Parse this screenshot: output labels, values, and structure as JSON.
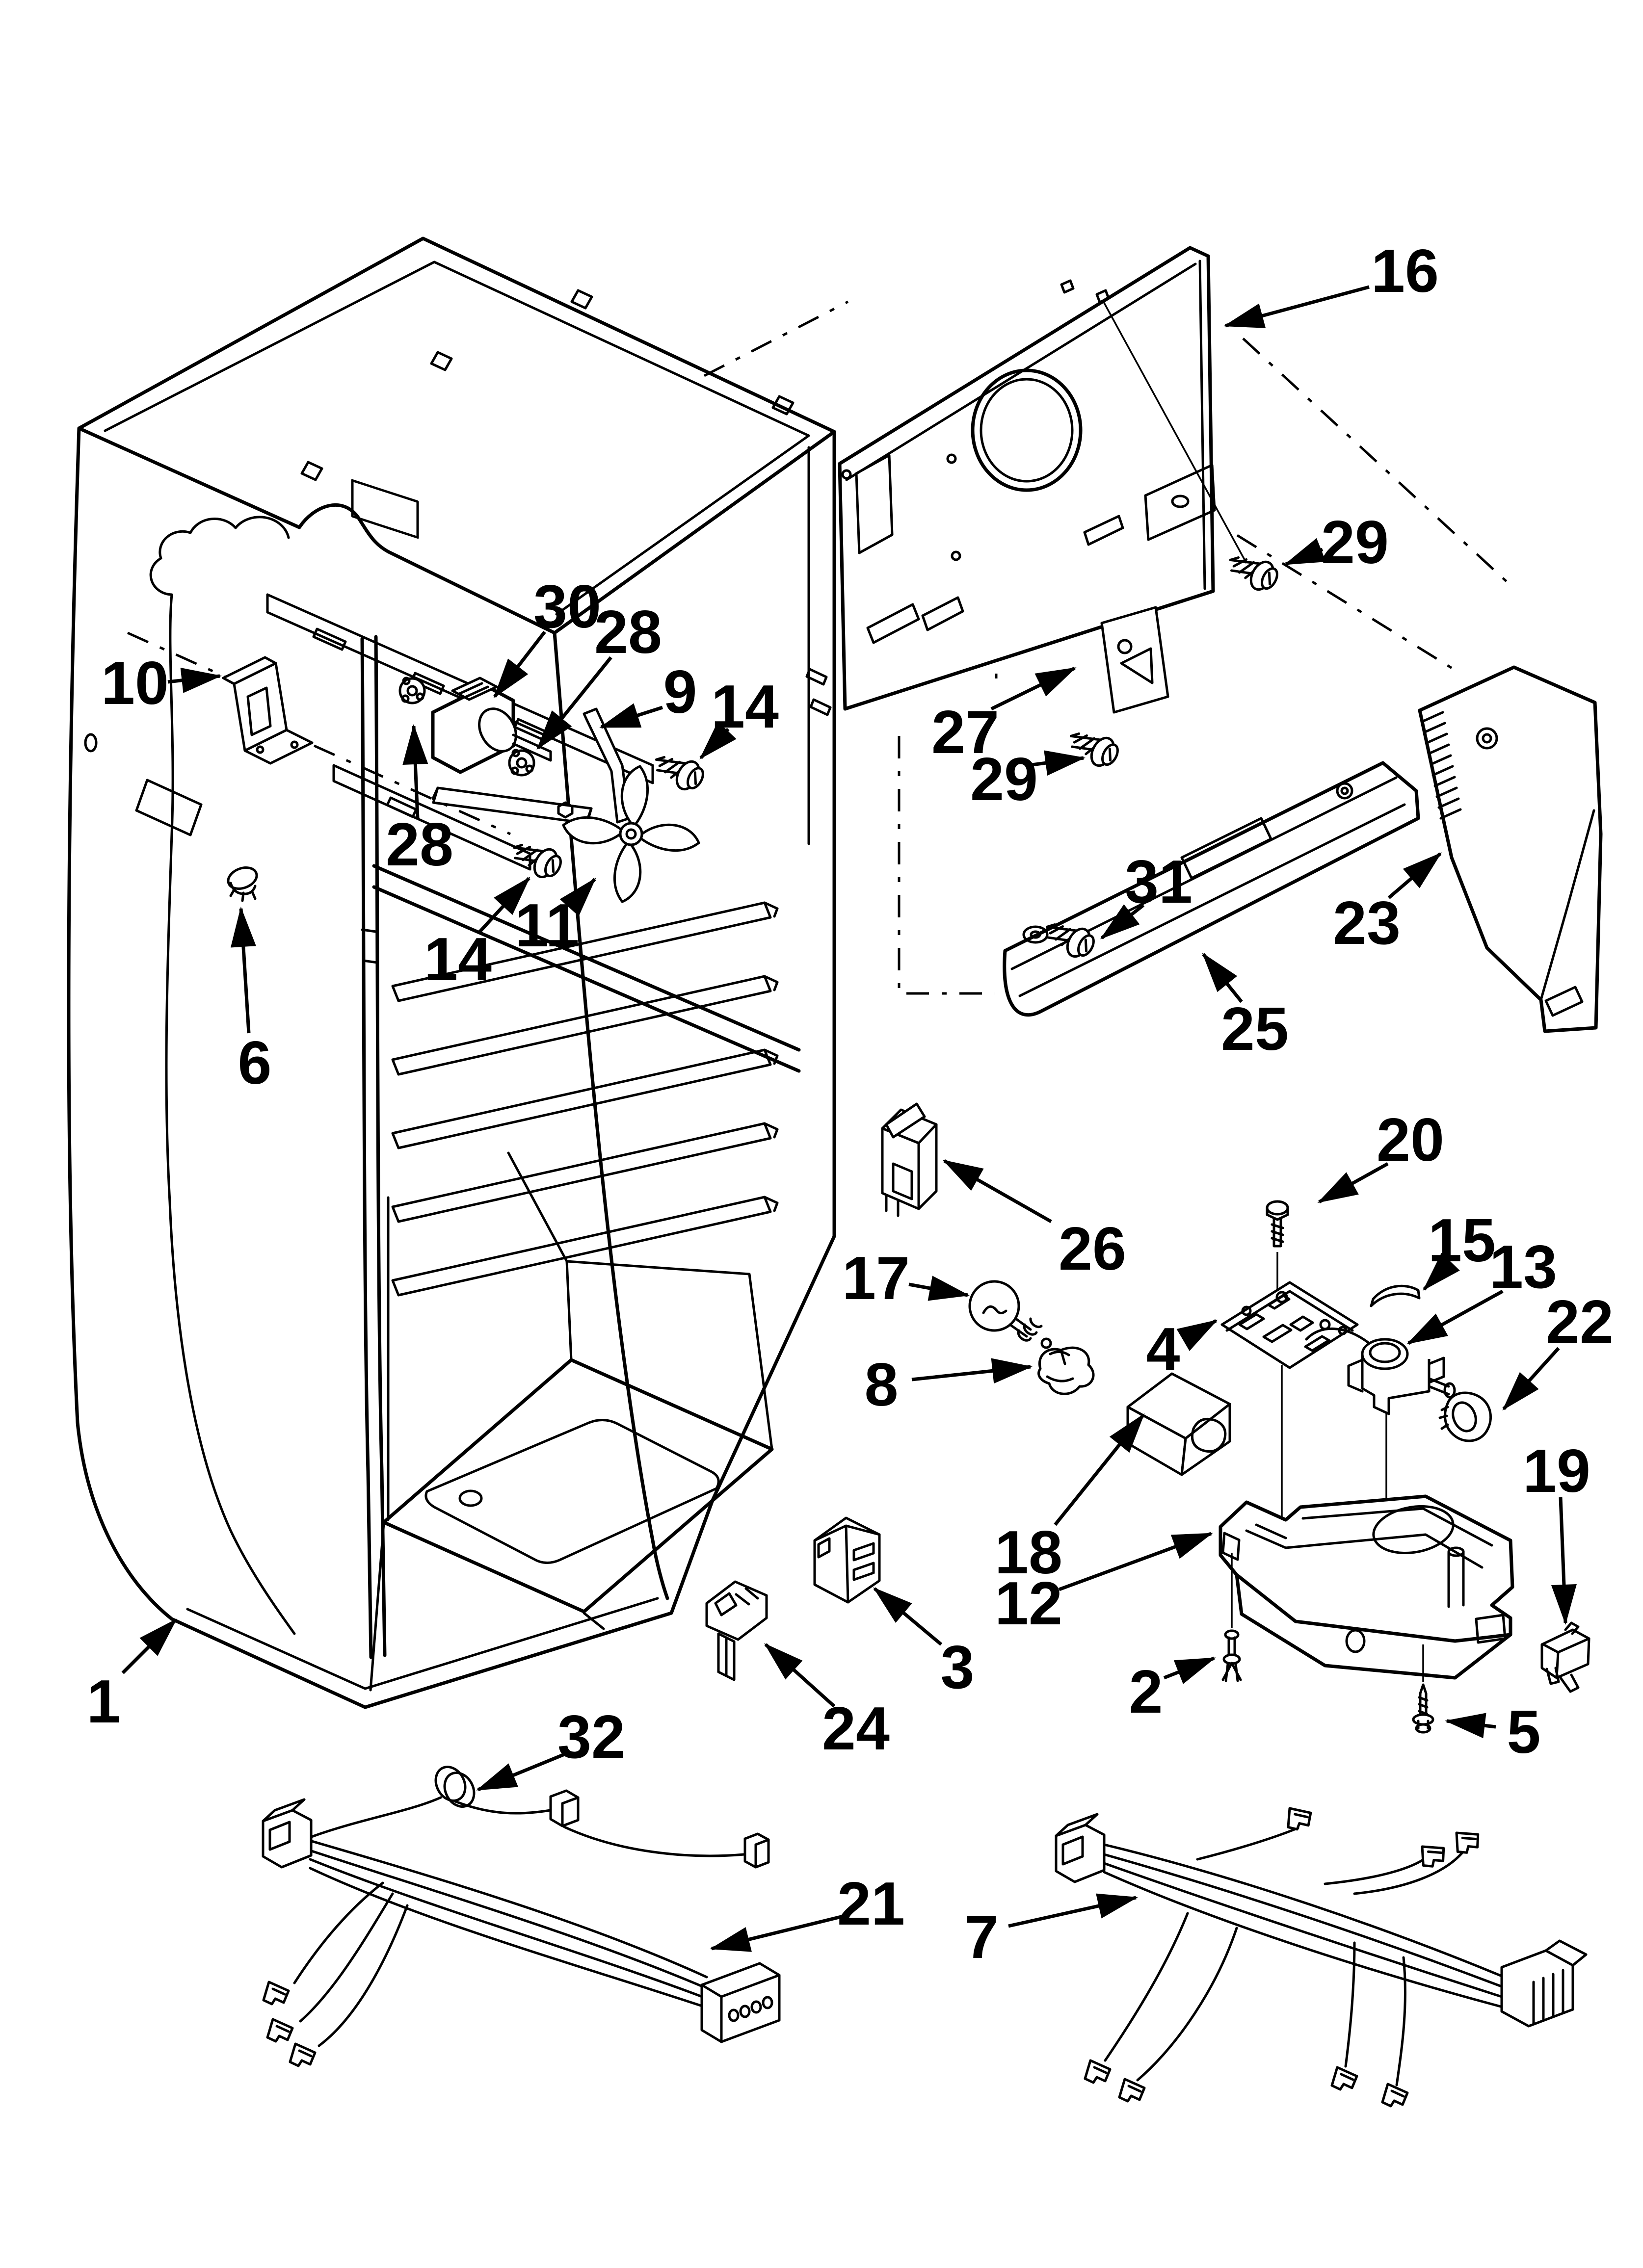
{
  "diagram": {
    "type": "exploded-parts-diagram",
    "subject": "refrigerator liner parts",
    "background_color": "#ffffff",
    "line_color": "#000000",
    "callouts": [
      {
        "part": "16",
        "label": "16"
      },
      {
        "part": "29",
        "label": "29"
      },
      {
        "part": "27",
        "label": "27"
      },
      {
        "part": "29",
        "label": "29"
      },
      {
        "part": "31",
        "label": "31"
      },
      {
        "part": "25",
        "label": "25"
      },
      {
        "part": "23",
        "label": "23"
      },
      {
        "part": "10",
        "label": "10"
      },
      {
        "part": "30",
        "label": "30"
      },
      {
        "part": "28",
        "label": "28"
      },
      {
        "part": "9",
        "label": "9"
      },
      {
        "part": "14",
        "label": "14"
      },
      {
        "part": "28",
        "label": "28"
      },
      {
        "part": "14",
        "label": "14"
      },
      {
        "part": "11",
        "label": "11"
      },
      {
        "part": "6",
        "label": "6"
      },
      {
        "part": "1",
        "label": "1"
      },
      {
        "part": "26",
        "label": "26"
      },
      {
        "part": "17",
        "label": "17"
      },
      {
        "part": "8",
        "label": "8"
      },
      {
        "part": "4",
        "label": "4"
      },
      {
        "part": "20",
        "label": "20"
      },
      {
        "part": "15",
        "label": "15"
      },
      {
        "part": "13",
        "label": "13"
      },
      {
        "part": "22",
        "label": "22"
      },
      {
        "part": "19",
        "label": "19"
      },
      {
        "part": "18",
        "label": "18"
      },
      {
        "part": "12",
        "label": "12"
      },
      {
        "part": "2",
        "label": "2"
      },
      {
        "part": "5",
        "label": "5"
      },
      {
        "part": "3",
        "label": "3"
      },
      {
        "part": "24",
        "label": "24"
      },
      {
        "part": "32",
        "label": "32"
      },
      {
        "part": "21",
        "label": "21"
      },
      {
        "part": "7",
        "label": "7"
      }
    ]
  }
}
